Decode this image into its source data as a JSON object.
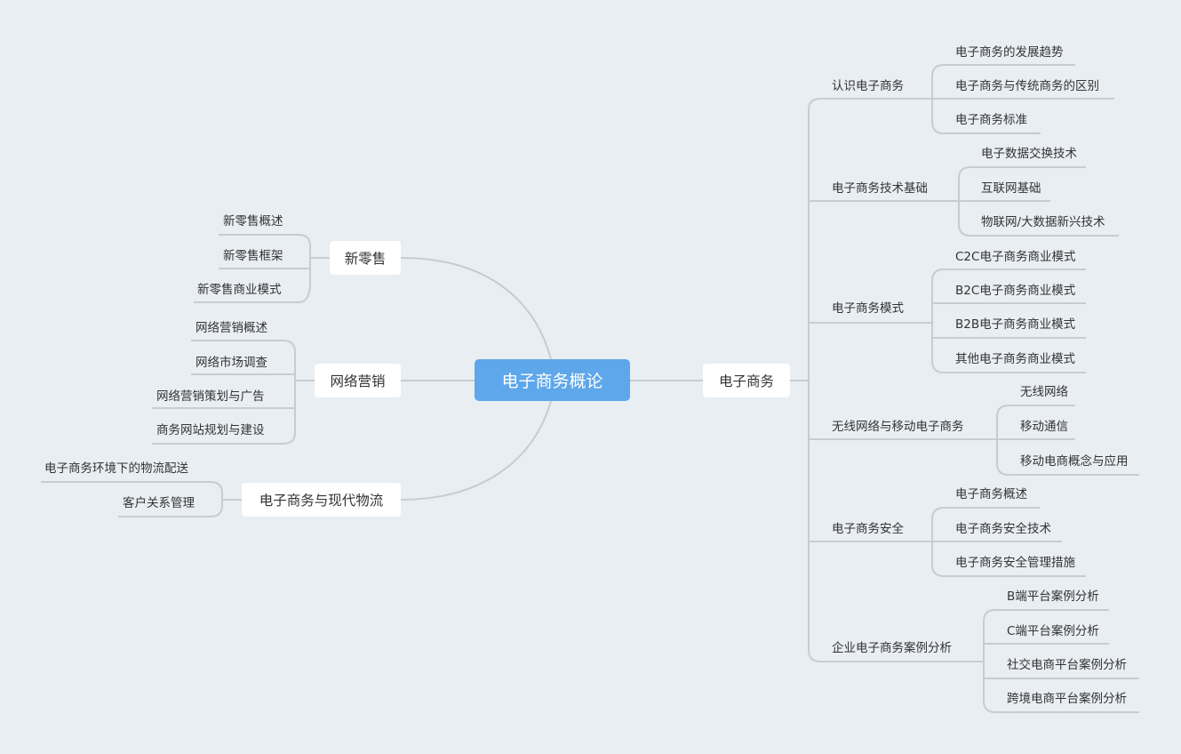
{
  "root": {
    "label": "电子商务概论"
  },
  "left": {
    "xinlingshou": {
      "label": "新零售",
      "children": [
        "新零售概述",
        "新零售框架",
        "新零售商业模式"
      ]
    },
    "wangluo": {
      "label": "网络营销",
      "children": [
        "网络营销概述",
        "网络市场调查",
        "网络营销策划与广告",
        "商务网站规划与建设"
      ]
    },
    "wuliu": {
      "label": "电子商务与现代物流",
      "children": [
        "电子商务环境下的物流配送",
        "客户关系管理"
      ]
    }
  },
  "right": {
    "label": "电子商务",
    "groups": [
      {
        "label": "认识电子商务",
        "children": [
          "电子商务的发展趋势",
          "电子商务与传统商务的区别",
          "电子商务标准"
        ]
      },
      {
        "label": "电子商务技术基础",
        "children": [
          "电子数据交换技术",
          "互联网基础",
          "物联网/大数据新兴技术"
        ]
      },
      {
        "label": "电子商务模式",
        "children": [
          "C2C电子商务商业模式",
          "B2C电子商务商业模式",
          "B2B电子商务商业模式",
          "其他电子商务商业模式"
        ]
      },
      {
        "label": "无线网络与移动电子商务",
        "children": [
          "无线网络",
          "移动通信",
          "移动电商概念与应用"
        ]
      },
      {
        "label": "电子商务安全",
        "children": [
          "电子商务概述",
          "电子商务安全技术",
          "电子商务安全管理措施"
        ]
      },
      {
        "label": "企业电子商务案例分析",
        "children": [
          "B端平台案例分析",
          "C端平台案例分析",
          "社交电商平台案例分析",
          "跨境电商平台案例分析"
        ]
      }
    ]
  }
}
